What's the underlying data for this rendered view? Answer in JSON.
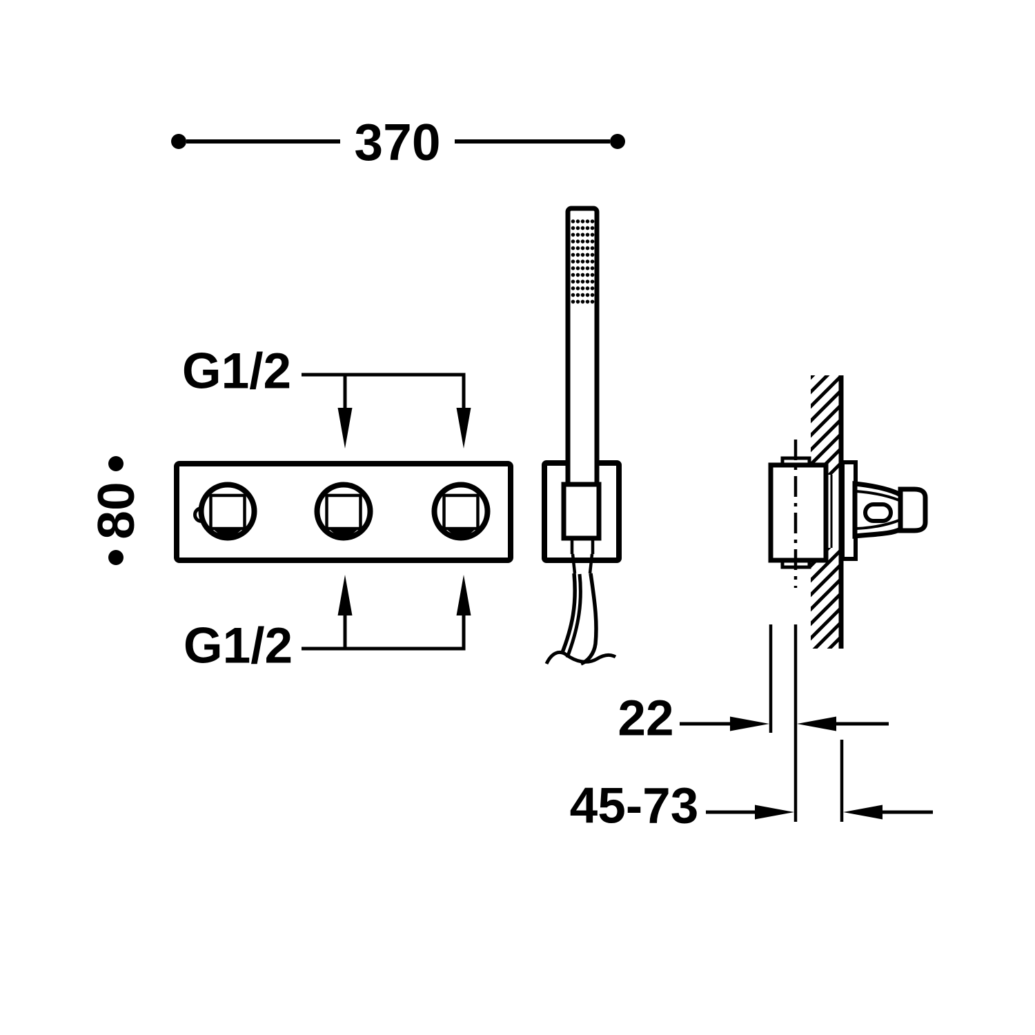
{
  "drawing": {
    "background_color": "#ffffff",
    "line_color": "#000000",
    "dimensions": {
      "overall_width": "370",
      "overall_height": "80",
      "inlet_thread_top": "G1/2",
      "inlet_thread_bottom": "G1/2",
      "depth": "22",
      "installation_depth_range": "45-73"
    }
  }
}
